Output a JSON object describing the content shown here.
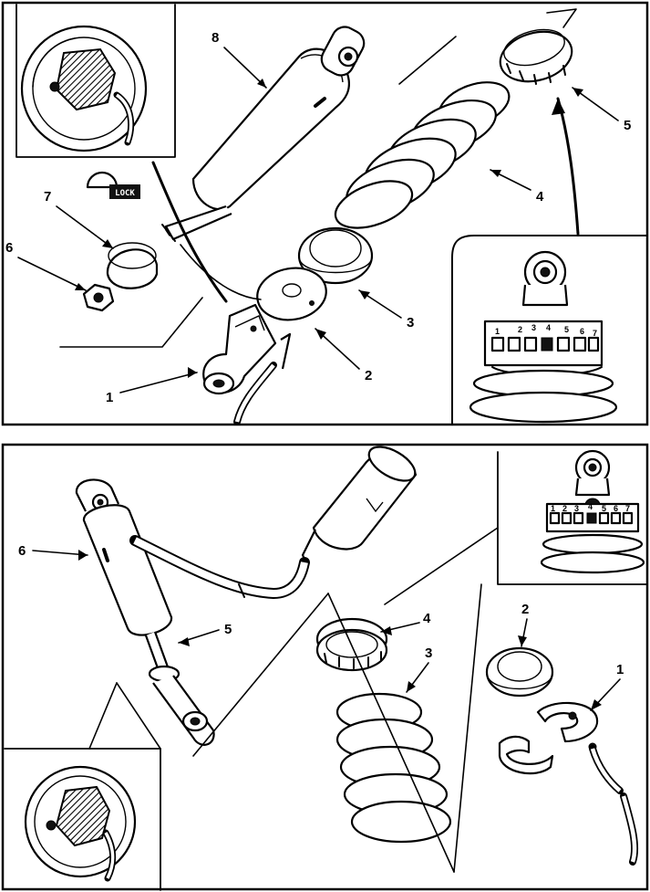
{
  "top_panel": {
    "callouts": {
      "c1": "1",
      "c2": "2",
      "c3": "3",
      "c4": "4",
      "c5": "5",
      "c6": "6",
      "c7": "7",
      "c8": "8"
    },
    "lock_label": "LOCK",
    "scale_ticks": [
      "1",
      "2",
      "3",
      "4",
      "5",
      "6",
      "7"
    ]
  },
  "bottom_panel": {
    "callouts": {
      "c1": "1",
      "c2": "2",
      "c3": "3",
      "c4": "4",
      "c5": "5",
      "c6": "6"
    },
    "scale_ticks": [
      "1",
      "2",
      "3",
      "4",
      "5",
      "6",
      "7"
    ]
  }
}
